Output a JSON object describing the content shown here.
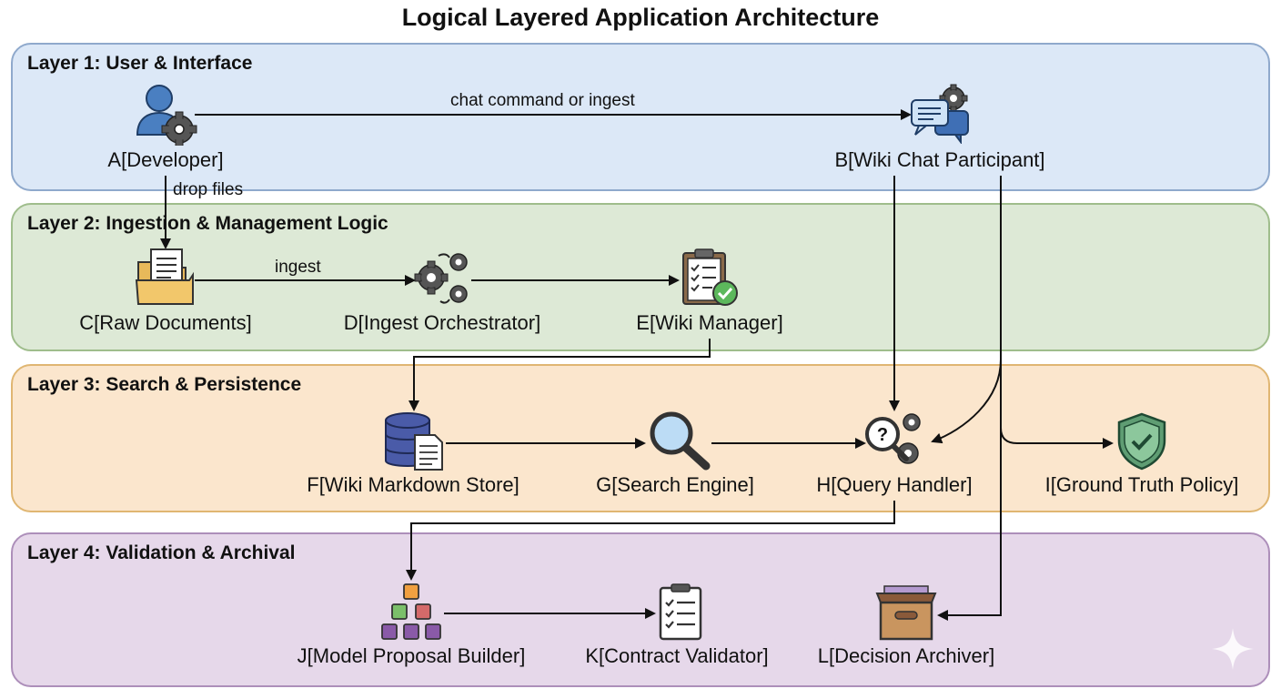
{
  "title": "Logical Layered Application Architecture",
  "layers": [
    {
      "label": "Layer 1: User & Interface"
    },
    {
      "label": "Layer 2: Ingestion & Management Logic"
    },
    {
      "label": "Layer 3: Search & Persistence"
    },
    {
      "label": "Layer 4: Validation & Archival"
    }
  ],
  "nodes": {
    "A": {
      "label": "A[Developer]",
      "icon": "developer-gear-icon"
    },
    "B": {
      "label": "B[Wiki Chat Participant]",
      "icon": "chat-bubbles-gear-icon"
    },
    "C": {
      "label": "C[Raw Documents]",
      "icon": "folder-document-icon"
    },
    "D": {
      "label": "D[Ingest Orchestrator]",
      "icon": "gears-cycle-icon"
    },
    "E": {
      "label": "E[Wiki Manager]",
      "icon": "clipboard-check-icon"
    },
    "F": {
      "label": "F[Wiki Markdown Store]",
      "icon": "database-document-icon"
    },
    "G": {
      "label": "G[Search Engine]",
      "icon": "magnifier-icon"
    },
    "H": {
      "label": "H[Query Handler]",
      "icon": "question-gear-icon"
    },
    "I": {
      "label": "I[Ground Truth Policy]",
      "icon": "shield-check-icon"
    },
    "J": {
      "label": "J[Model Proposal Builder]",
      "icon": "blocks-pyramid-icon"
    },
    "K": {
      "label": "K[Contract Validator]",
      "icon": "checklist-icon"
    },
    "L": {
      "label": "L[Decision Archiver]",
      "icon": "archive-box-icon"
    }
  },
  "edges": {
    "a_b": "chat command or ingest",
    "a_c": "drop files",
    "c_d": "ingest"
  },
  "colors": {
    "layer1": "#dce8f7",
    "layer2": "#dde9d6",
    "layer3": "#fbe6cd",
    "layer4": "#e6d8ea"
  }
}
